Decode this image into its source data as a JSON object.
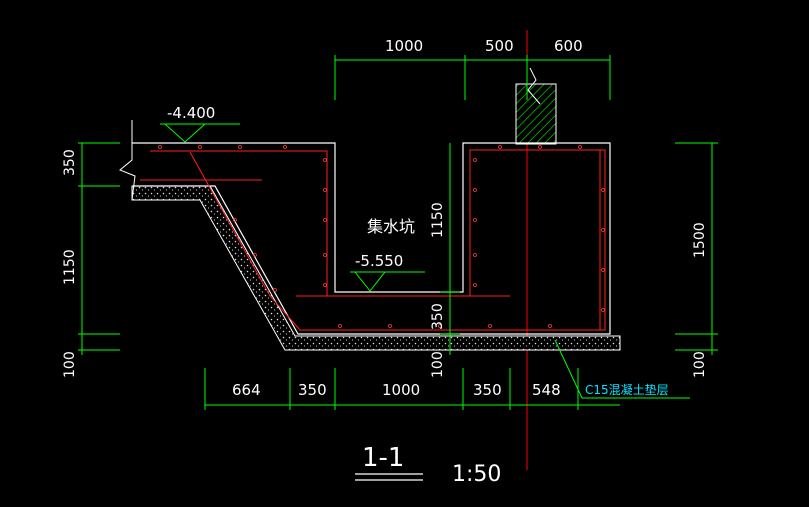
{
  "drawing": {
    "section_label": "1-1",
    "scale_label": "1:50",
    "pit_label": "集水坑",
    "cushion_label": "C15混凝土垫层",
    "levels": {
      "top": "-4.400",
      "pit_bottom": "-5.550"
    },
    "top_dims": [
      "1000",
      "500",
      "600"
    ],
    "bottom_dims": [
      "664",
      "350",
      "1000",
      "350",
      "548"
    ],
    "left_dims": [
      "350",
      "1150",
      "100"
    ],
    "inner_dims": [
      "1150",
      "350",
      "100"
    ],
    "right_dims": [
      "1500",
      "100"
    ],
    "colors": {
      "background": "#000000",
      "dimension": "#00ff00",
      "concrete": "#ffffff",
      "rebar": "#ff2020",
      "centerline": "#ff0000",
      "cushion_label": "#00e5ff"
    }
  }
}
